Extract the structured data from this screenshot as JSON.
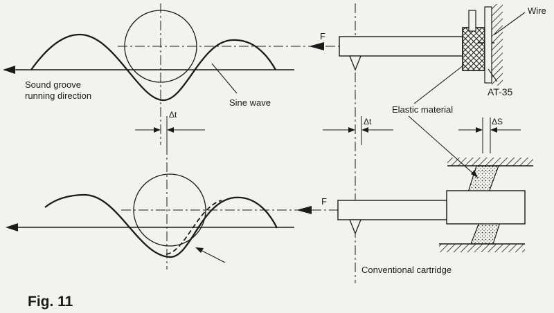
{
  "labels": {
    "wire": "Wire",
    "force_top": "F",
    "force_bottom": "F",
    "model": "AT-35",
    "sound_groove_line1": "Sound groove",
    "sound_groove_line2": "running direction",
    "sine_wave": "Sine wave",
    "elastic_material": "Elastic material",
    "delta_t_left": "Δt",
    "delta_t_middle": "Δt",
    "delta_s": "ΔS",
    "conventional_cartridge": "Conventional cartridge",
    "figure_caption": "Fig. 11"
  },
  "colors": {
    "ink": "#1a1a1a",
    "paper": "#f2f2ef"
  }
}
